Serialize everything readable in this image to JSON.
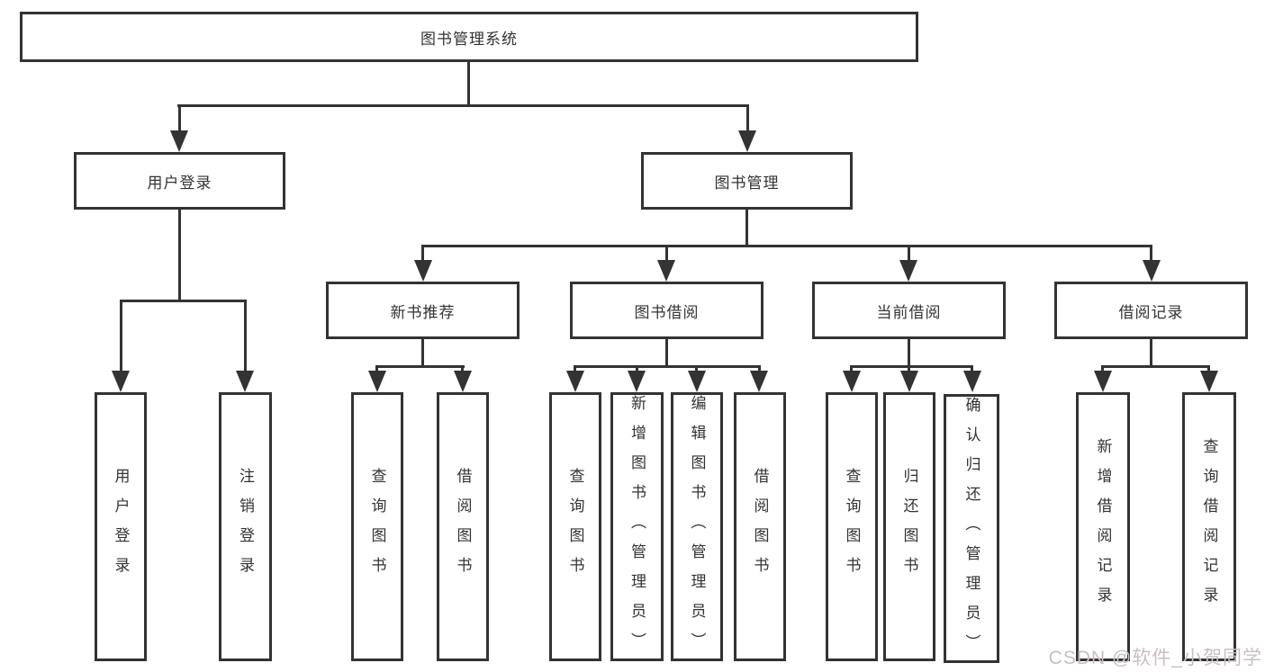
{
  "diagram": {
    "title": "图书管理系统",
    "level2": {
      "login": {
        "label": "用户登录"
      },
      "manage": {
        "label": "图书管理"
      }
    },
    "level3": {
      "recommend": {
        "label": "新书推荐"
      },
      "borrow": {
        "label": "图书借阅"
      },
      "current": {
        "label": "当前借阅"
      },
      "records": {
        "label": "借阅记录"
      }
    },
    "leaves": {
      "login": [
        "用户登录",
        "注销登录"
      ],
      "recommend": [
        "查询图书",
        "借阅图书"
      ],
      "borrow": [
        "查询图书",
        "新增图书（管理员）",
        "编辑图书（管理员）",
        "借阅图书"
      ],
      "current": [
        "查询图书",
        "归还图书",
        "确认归还（管理员）"
      ],
      "records": [
        "新增借阅记录",
        "查询借阅记录"
      ]
    }
  },
  "watermark": "CSDN @软件_小贺同学",
  "colors": {
    "line": "#333333",
    "text": "#333333",
    "watermark_text": "#c8bfbf",
    "background": "#ffffff"
  }
}
